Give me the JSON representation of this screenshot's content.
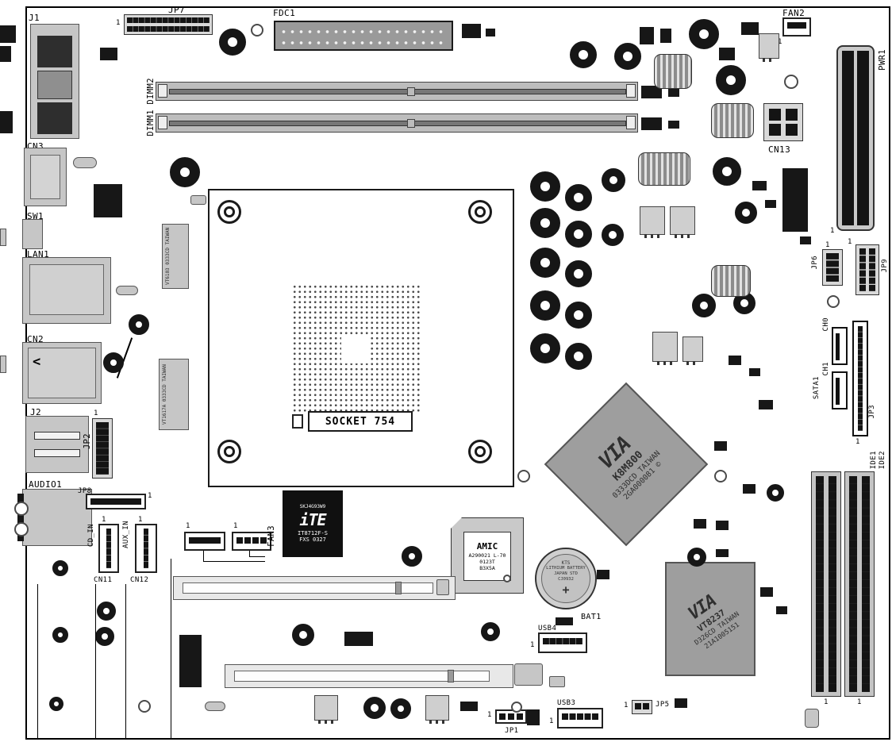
{
  "pin1": "1",
  "labels": {
    "j1": "J1",
    "jp7": "JP7",
    "fdc1": "FDC1",
    "fan2": "FAN2",
    "pwr1": "PWR1",
    "dimm2": "DIMM2",
    "dimm1": "DIMM1",
    "cn13": "CN13",
    "cn3": "CN3",
    "sw1": "SW1",
    "lan1": "LAN1",
    "cn2": "CN2",
    "cn2_glyph": "<",
    "j2": "J2",
    "jp2": "JP2",
    "audio1": "AUDIO1",
    "jp8": "JP8",
    "cd_in": "CD_IN",
    "aux_in": "AUX_IN",
    "cn11": "CN11",
    "cn12": "CN12",
    "fan3": "FAN3",
    "socket": "SOCKET 754",
    "usb4": "USB4",
    "bat1": "BAT1",
    "usb3": "USB3",
    "jp1": "JP1",
    "jp5": "JP5",
    "jp6": "JP6",
    "jp9": "JP9",
    "ch0": "CH0",
    "ch1": "CH1",
    "sata1": "SATA1",
    "jp3": "JP3",
    "ide1": "IDE1",
    "ide2": "IDE2"
  },
  "chips": {
    "ite": {
      "l1": "SKJ4G93W9",
      "logo": "iTE",
      "l2": "IT8712F-S",
      "l3": "FXS 0327"
    },
    "amic": {
      "brand": "AMIC",
      "l1": "A290021 L-70",
      "l2": "0123T",
      "l3": "B3X5A"
    },
    "k8m800": {
      "logo": "VIA",
      "l1": "K8M800",
      "l2": "0333DCD TAIWAN",
      "l3": "2GA000081 ©"
    },
    "vt8237": {
      "logo": "VIA",
      "l1": "VT8237",
      "l2": "D326CD TAIWAN",
      "l3": "21A1005151"
    },
    "battery": {
      "l1": "KTS",
      "l2": "LITHIUM BATTERY",
      "l3": "JAPAN STD",
      "l4": "CJ0932",
      "plus": "+"
    },
    "lan_phy": {
      "l1": "VT6103",
      "l2": "0333CD TAIWAN"
    },
    "codec": {
      "l1": "VT1617A",
      "l2": "0333CD TAIWAN"
    }
  }
}
